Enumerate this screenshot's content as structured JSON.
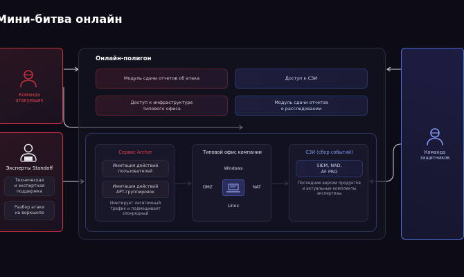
{
  "page": {
    "title": "Мини-битва онлайн"
  },
  "attackers": {
    "label": "Команда атакующих",
    "line1": "Команда",
    "line2": "атакующих"
  },
  "experts": {
    "label": "Эксперты Standoff",
    "items": [
      {
        "line1": "Техническая",
        "line2": "и экспертная",
        "line3": "поддержка"
      },
      {
        "line1": "Разбор атаки",
        "line2": "на воркшопе"
      }
    ]
  },
  "defenders": {
    "line1": "Команда",
    "line2": "защитников"
  },
  "polygon": {
    "title": "Онлайн-полигон",
    "tiles": [
      {
        "line1": "Модуль сдачи отчетов об атака",
        "line2": ""
      },
      {
        "line1": "Доступ к СЗИ",
        "line2": ""
      },
      {
        "line1": "Доступ к инфраструктуре",
        "line2": "типового офиса"
      },
      {
        "line1": "Модуль сдачи отчетов",
        "line2": "о расследовании"
      }
    ]
  },
  "archer": {
    "title": "Сервис Archer",
    "items": [
      {
        "line1": "Имитация действий",
        "line2": "пользователей"
      },
      {
        "line1": "Имитация действий",
        "line2": "APT-группировок"
      }
    ],
    "note1": "Имитирует легитимный",
    "note2": "трафик и подмешивает",
    "note3": "злонредный"
  },
  "office": {
    "title": "Типовой офис компании",
    "nodes": {
      "top": "Windows",
      "left": "DMZ",
      "right": "NAT",
      "bottom": "Linux"
    }
  },
  "szi": {
    "title": "СЗИ (сбор событий)",
    "box_line1": "SIEM, NAD,",
    "box_line2": "AF PRO",
    "note1": "Последние версии продуктов",
    "note2": "и актуальные комплекты",
    "note3": "экспертизы"
  },
  "colors": {
    "red": "#c4313f",
    "blue": "#4a6fd8",
    "bg": "#0d0c16"
  }
}
